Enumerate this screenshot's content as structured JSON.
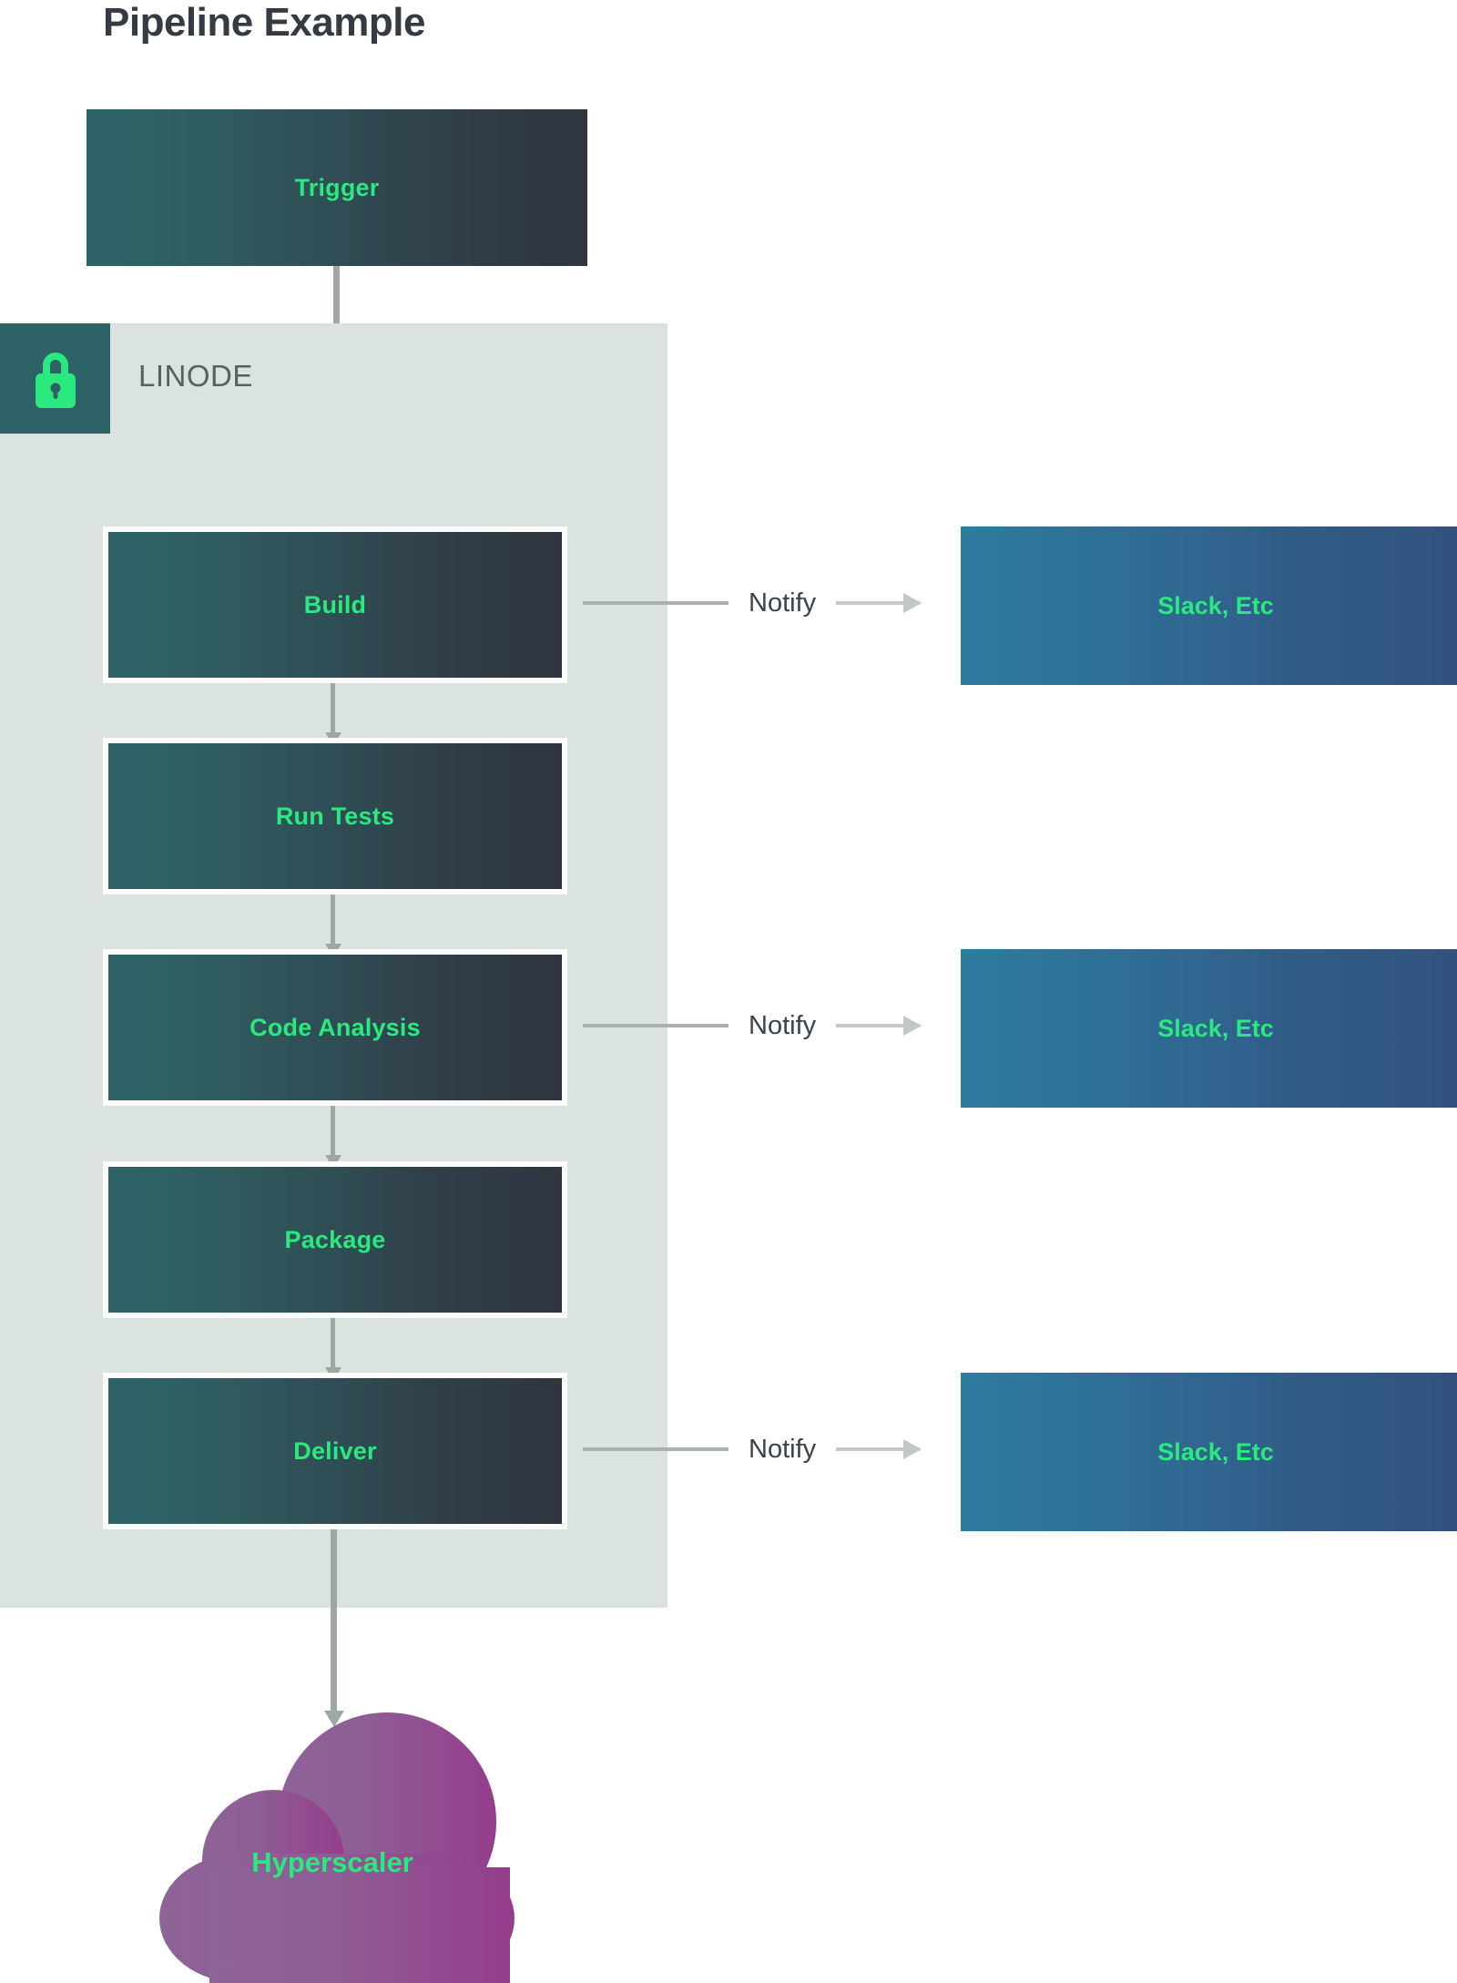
{
  "title": "Pipeline Example",
  "trigger": {
    "label": "Trigger"
  },
  "linode": {
    "name": "LINODE",
    "lock_icon": "lock-icon"
  },
  "stages": [
    {
      "label": "Build"
    },
    {
      "label": "Run Tests"
    },
    {
      "label": "Code Analysis"
    },
    {
      "label": "Package"
    },
    {
      "label": "Deliver"
    }
  ],
  "notifications": [
    {
      "label": "Notify",
      "target": "Slack, Etc"
    },
    {
      "label": "Notify",
      "target": "Slack, Etc"
    },
    {
      "label": "Notify",
      "target": "Slack, Etc"
    }
  ],
  "cloud": {
    "label": "Hyperscaler"
  },
  "colors": {
    "stage_gradient_start": "#2d6366",
    "stage_gradient_end": "#2f353f",
    "accent_green": "#29e97f",
    "panel_background": "#dbe3e1",
    "lock_square": "#2d6366",
    "notify_gradient_start": "#2d7ca0",
    "notify_gradient_end": "#31517e",
    "cloud_gradient_start": "#8d6496",
    "cloud_gradient_end": "#933e8c",
    "title_text": "#353b43",
    "arrow_gray": "#9ea7a6"
  }
}
